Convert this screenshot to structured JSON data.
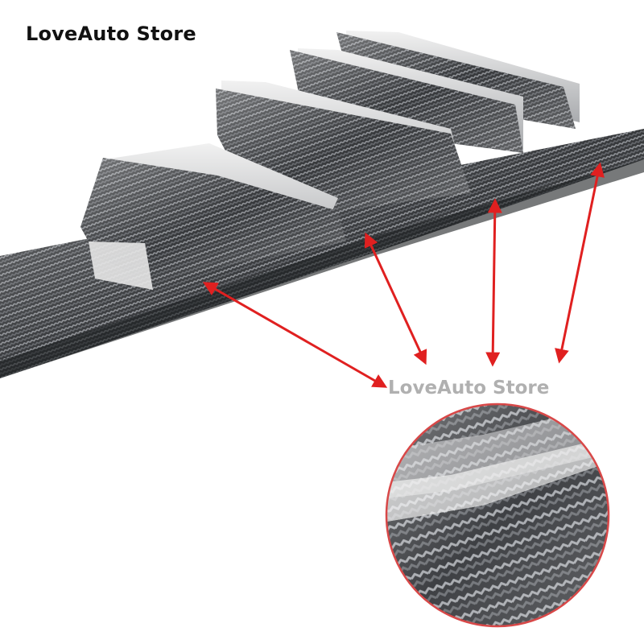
{
  "brand": {
    "title": "LoveAuto Store",
    "watermark": "LoveAuto Store"
  },
  "colors": {
    "arrow": "#e02020",
    "magnifier_ring": "#d84848",
    "carbon_dark": "#2b2d30",
    "carbon_light": "#8a8d92"
  },
  "callouts": {
    "arrow_count": 4,
    "magnifier": "circular zoom detail of carbon fiber edge"
  }
}
